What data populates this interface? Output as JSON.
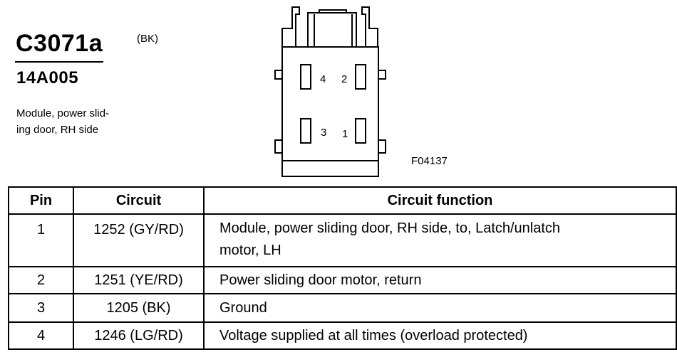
{
  "connector": {
    "id": "C3071a",
    "color_code": "(BK)",
    "part_number": "14A005",
    "description_line1": "Module, power slid-",
    "description_line2": "ing door, RH side",
    "figure_id": "F04137",
    "pin_labels": [
      "4",
      "2",
      "3",
      "1"
    ]
  },
  "table": {
    "headers": [
      "Pin",
      "Circuit",
      "Circuit function"
    ],
    "rows": [
      {
        "pin": "1",
        "circuit": "1252 (GY/RD)",
        "function_line1": "Module, power sliding door, RH side, to, Latch/unlatch",
        "function_line2": "motor, LH"
      },
      {
        "pin": "2",
        "circuit": "1251 (YE/RD)",
        "function": "Power sliding door motor, return"
      },
      {
        "pin": "3",
        "circuit": "1205 (BK)",
        "function": "Ground"
      },
      {
        "pin": "4",
        "circuit": "1246 (LG/RD)",
        "function": "Voltage supplied at all times (overload protected)"
      }
    ]
  }
}
